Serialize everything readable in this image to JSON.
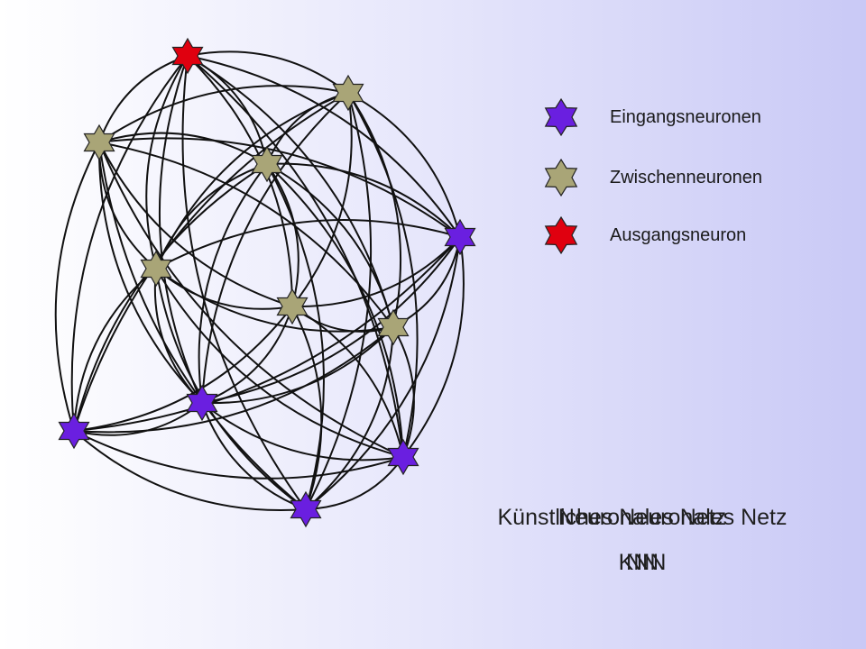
{
  "legend": {
    "items": [
      {
        "label": "Eingangsneuronen",
        "color": "#6a1fe0"
      },
      {
        "label": "Zwischenneuronen",
        "color": "#a9a577"
      },
      {
        "label": "Ausgangsneuron",
        "color": "#e0000f"
      }
    ]
  },
  "title": {
    "line1_a": "Künstliches Neuronales Netz",
    "line1_b": "Neuronales Netz",
    "line2_a": "KNN",
    "line2_b": "NN"
  },
  "colors": {
    "input": "#6a1fe0",
    "hidden": "#a9a577",
    "output": "#e0000f",
    "edge": "#111111"
  }
}
